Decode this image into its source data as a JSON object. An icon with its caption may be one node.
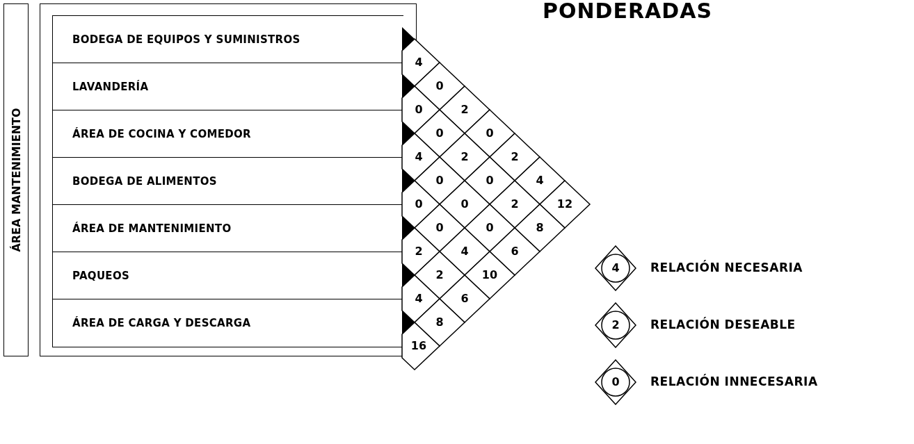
{
  "diagram": {
    "title": "PONDERADAS",
    "nodes": [
      {
        "text": [
          "ÁREA MANTENIMIENTO"
        ]
      },
      {
        "text": [],
        "shape": "box"
      },
      {
        "text": [
          "BODEGA DE EQUIPOS Y SUMINISTROS"
        ],
        "in": 1
      },
      {
        "text": [
          "LAVANDERÍA"
        ],
        "in": 1
      },
      {
        "text": [
          "ÁREA DE COCINA Y COMEDOR"
        ],
        "in": 1
      },
      {
        "text": [
          "BODEGA DE ALIMENTOS"
        ],
        "in": 1
      },
      {
        "text": [
          "ÁREA DE MANTENIMIENTO"
        ],
        "in": 1
      },
      {
        "text": [
          "PAQUEOS"
        ],
        "in": 1
      },
      {
        "text": [
          "ÁREA DE CARGA Y DESCARGA"
        ],
        "in": 1
      },
      {
        "text": [
          "4"
        ]
      },
      {
        "text": [
          "0"
        ]
      },
      {
        "text": [
          "0"
        ]
      },
      {
        "text": [
          "2"
        ]
      },
      {
        "text": [
          "0"
        ]
      },
      {
        "text": [
          "0"
        ]
      },
      {
        "text": [
          "4"
        ]
      },
      {
        "text": [
          "2"
        ]
      },
      {
        "text": [
          "2"
        ]
      },
      {
        "text": [
          "0"
        ]
      },
      {
        "text": [
          "0"
        ]
      },
      {
        "text": [
          "4"
        ]
      },
      {
        "text": [
          "0"
        ]
      },
      {
        "text": [
          "0"
        ]
      },
      {
        "text": [
          "2"
        ]
      },
      {
        "text": [
          "12"
        ]
      },
      {
        "text": [
          "0"
        ]
      },
      {
        "text": [
          "0"
        ]
      },
      {
        "text": [
          "8"
        ]
      },
      {
        "text": [
          "2"
        ]
      },
      {
        "text": [
          "4"
        ]
      },
      {
        "text": [
          "6"
        ]
      },
      {
        "text": [
          "2"
        ]
      },
      {
        "text": [
          "10"
        ]
      },
      {
        "text": [
          "4"
        ]
      },
      {
        "text": [
          "6"
        ]
      },
      {
        "text": [
          "8"
        ]
      },
      {
        "text": [
          "16"
        ]
      },
      {
        "text": [
          "4"
        ],
        "beside": [
          "RELACIÓN NECESARIA"
        ]
      },
      {
        "text": [
          "2"
        ],
        "beside": [
          "RELACIÓN DESEABLE"
        ]
      },
      {
        "text": [
          "0"
        ],
        "beside": [
          "RELACIÓN INNECESARIA"
        ]
      }
    ]
  }
}
